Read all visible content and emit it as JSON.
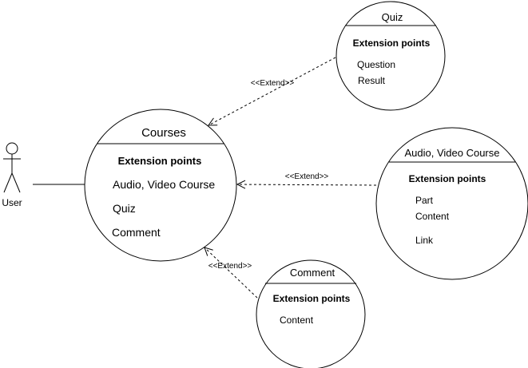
{
  "actor": {
    "label": "User"
  },
  "use_cases": {
    "courses": {
      "title": "Courses",
      "ext_heading": "Extension points",
      "items": [
        "Audio, Video Course",
        "Quiz",
        "Comment"
      ]
    },
    "quiz": {
      "title": "Quiz",
      "ext_heading": "Extension points",
      "items": [
        "Question",
        "Result"
      ]
    },
    "audio_video": {
      "title": "Audio, Video Course",
      "ext_heading": "Extension points",
      "items": [
        "Part",
        "Content",
        "Link"
      ]
    },
    "comment": {
      "title": "Comment",
      "ext_heading": "Extension points",
      "items": [
        "Content"
      ]
    }
  },
  "relations": {
    "quiz_extend": "<<Extend>>",
    "audio_extend": "<<Extend>>",
    "comment_extend": "<<Extend>>"
  }
}
